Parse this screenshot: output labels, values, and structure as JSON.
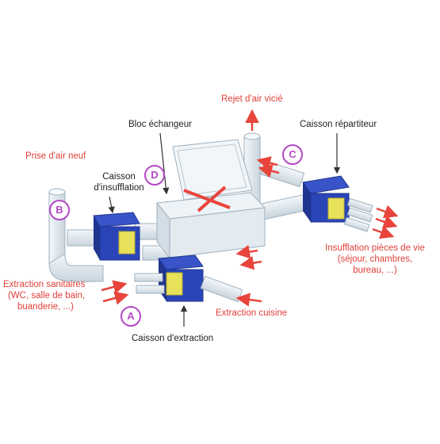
{
  "labels": {
    "rejet": "Rejet d'air vicié",
    "bloc": "Bloc échangeur",
    "repartiteur": "Caisson répartiteur",
    "prise": "Prise d'air neuf",
    "insufflation_caisson_1": "Caisson",
    "insufflation_caisson_2": "d'insufflation",
    "insufflation_pieces_1": "Insufflation pièces de vie",
    "insufflation_pieces_2": "(séjour, chambres,",
    "insufflation_pieces_3": "bureau, ...)",
    "extraction_sanitaires_1": "Extraction sanitaires",
    "extraction_sanitaires_2": "(WC, salle de bain,",
    "extraction_sanitaires_3": "buanderie, ...)",
    "extraction_cuisine": "Extraction cuisine",
    "caisson_extraction": "Caisson d'extraction"
  },
  "badges": {
    "a": "A",
    "b": "B",
    "c": "C",
    "d": "D"
  },
  "colors": {
    "label_red": "#e0403a",
    "label_dark": "#222222",
    "arrow_red": "#e8443c",
    "badge_purple": "#b548c6",
    "caisson_blue": "#2a45b8",
    "filter_yellow": "#e8e25a",
    "duct_light": "#e6edf2",
    "duct_edge": "#9fb0bd"
  }
}
